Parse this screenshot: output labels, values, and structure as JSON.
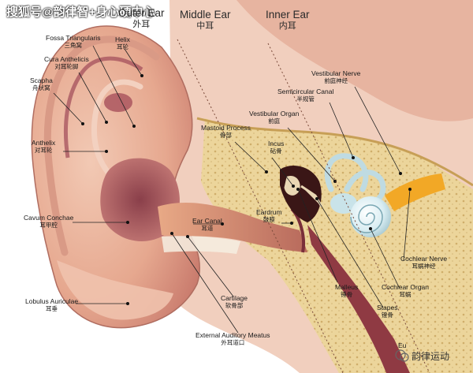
{
  "watermark": "搜狐号@韵律智+身心硬中心",
  "brand": "韵律运动",
  "sections": {
    "outer": {
      "en": "Outer Ear",
      "zh": "外耳"
    },
    "middle": {
      "en": "Middle Ear",
      "zh": "中耳"
    },
    "inner": {
      "en": "Inner Ear",
      "zh": "内耳"
    }
  },
  "labels": {
    "fossa_triangularis": {
      "en": "Fossa Triangularis",
      "zh": "三角窝"
    },
    "helix": {
      "en": "Helix",
      "zh": "耳轮"
    },
    "cura_anthelicis": {
      "en": "Cura Anthelicis",
      "zh": "对耳轮脚"
    },
    "scapha": {
      "en": "Scapha",
      "zh": "舟状窝"
    },
    "anthelix": {
      "en": "Anthelix",
      "zh": "对耳轮"
    },
    "cavum_conchae": {
      "en": "Cavum Conchae",
      "zh": "耳甲腔"
    },
    "lobulus_auriculae": {
      "en": "Lobulus Auriculae",
      "zh": "耳垂"
    },
    "ear_canal": {
      "en": "Ear Canal",
      "zh": "耳道"
    },
    "cartilage": {
      "en": "Cartilage",
      "zh": "软骨部"
    },
    "external_auditory_meatus": {
      "en": "External Auditory Meatus",
      "zh": "外耳道口"
    },
    "mastoid_process": {
      "en": "Mastoid Process",
      "zh": "骨部"
    },
    "incus": {
      "en": "Incus",
      "zh": "砧骨"
    },
    "eardrum": {
      "en": "Eardrum",
      "zh": "鼓膜"
    },
    "malleus": {
      "en": "Malleus",
      "zh": "锤骨"
    },
    "stapes": {
      "en": "Stapes",
      "zh": "镫骨"
    },
    "vestibular_organ": {
      "en": "Vestibular Organ",
      "zh": "前庭"
    },
    "semicircular_canal": {
      "en": "Semicircular Canal",
      "zh": "半规管"
    },
    "vestibular_nerve": {
      "en": "Vestibular Nerve",
      "zh": "前庭神经"
    },
    "cochlear_nerve": {
      "en": "Cochlear Nerve",
      "zh": "耳蜗神经"
    },
    "cochlear_organ": {
      "en": "Cochlear Organ",
      "zh": "耳蜗"
    },
    "eustachian": {
      "en": "Eu",
      "zh": ""
    }
  }
}
